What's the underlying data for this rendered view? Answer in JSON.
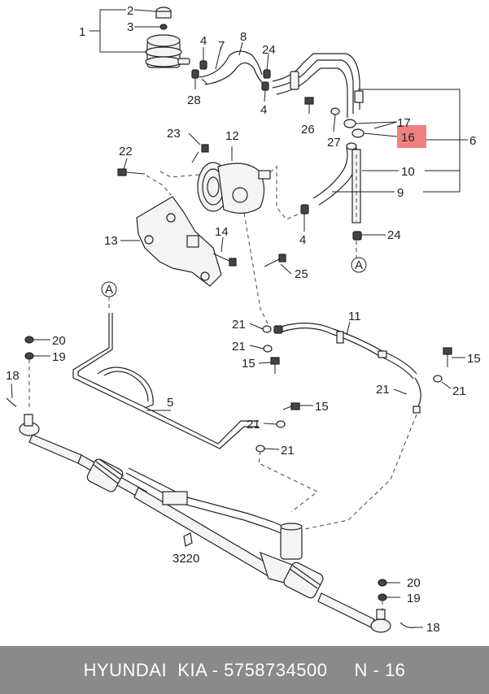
{
  "labels": {
    "p1": "1",
    "p2": "2",
    "p3": "3",
    "p4a": "4",
    "p4b": "4",
    "p4c": "4",
    "p5": "5",
    "p6": "6",
    "p7": "7",
    "p8": "8",
    "p9": "9",
    "p10": "10",
    "p11": "11",
    "p12": "12",
    "p13": "13",
    "p14": "14",
    "p15a": "15",
    "p15b": "15",
    "p15c": "15",
    "p16": "16",
    "p17": "17",
    "p18a": "18",
    "p18b": "18",
    "p19a": "19",
    "p19b": "19",
    "p20a": "20",
    "p20b": "20",
    "p21a": "21",
    "p21b": "21",
    "p21c": "21",
    "p21d": "21",
    "p21e": "21",
    "p21f": "21",
    "p22": "22",
    "p23": "23",
    "p24a": "24",
    "p24b": "24",
    "p25": "25",
    "p26": "26",
    "p27": "27",
    "p28": "28",
    "p3220": "3220",
    "refA1": "A",
    "refA2": "A"
  },
  "highlight": {
    "part": "16",
    "color": "#f08080"
  },
  "footer": {
    "text": "HYUNDAI  KIA - 5758734500     N - 16"
  }
}
